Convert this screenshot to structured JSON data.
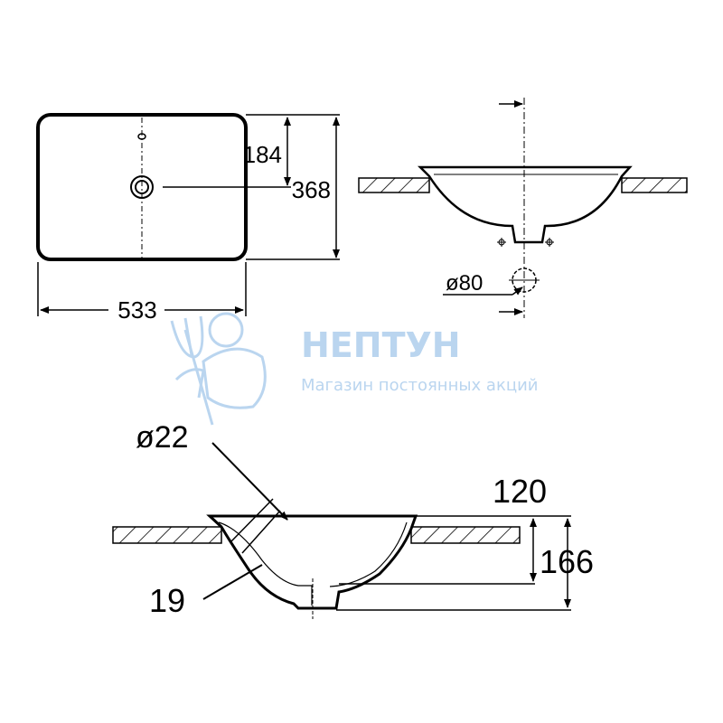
{
  "dimensions": {
    "top_view": {
      "depth_to_drain": "184",
      "depth": "368",
      "width": "533"
    },
    "side_view": {
      "drain_hole": "ø80"
    },
    "section_view": {
      "tap_hole": "ø22",
      "inner_height": "120",
      "total_height": "166",
      "wall": "19"
    }
  },
  "watermark": {
    "brand": "НЕПТУН",
    "slogan": "Магазин постоянных акций"
  }
}
